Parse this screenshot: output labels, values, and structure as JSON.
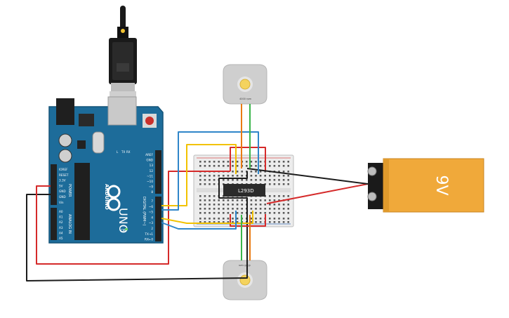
{
  "board": {
    "logo_text": "UNO",
    "brand_text": "ARDUINO",
    "power_header_label": "POWER",
    "analog_header_label": "ANALOG IN",
    "digital_header_label": "DIGITAL (PWM~)",
    "power_pins": [
      "IOREF",
      "RESET",
      "3.3V",
      "5V",
      "GND",
      "GND",
      "Vin"
    ],
    "analog_pins": [
      "A0",
      "A1",
      "A2",
      "A3",
      "A4",
      "A5"
    ],
    "digital_pins_top": [
      "AREF",
      "GND",
      "13",
      "12",
      "~11",
      "~10",
      "~9",
      "8"
    ],
    "digital_pins_bottom": [
      "7",
      "~6",
      "~5",
      "4",
      "~3",
      "2",
      "TX→1",
      "RX←0"
    ],
    "led_labels": [
      "L",
      "TX",
      "RX"
    ],
    "on_label": "ON",
    "colors": {
      "pcb": "#1d6c9a",
      "pcb_dark": "#155478",
      "header": "#222222"
    }
  },
  "breadboard": {
    "chip_label": "L293D",
    "colors": {
      "body": "#ececec",
      "hole": "#5a5a5a",
      "rail_red": "#d9534f",
      "rail_blue": "#3b6fb6"
    }
  },
  "motors": {
    "top_label": "4000 rpm",
    "bottom_label": "4000 rpm",
    "colors": {
      "body": "#cfcfcf",
      "shaft": "#f4d35e"
    }
  },
  "battery": {
    "label": "9V",
    "colors": {
      "body": "#f0a93a",
      "cap": "#1a1a1a"
    }
  },
  "wires": {
    "colors": {
      "red": "#d52a2a",
      "black": "#1c1c1c",
      "yellow": "#f2c200",
      "blue": "#2f86c9",
      "orange": "#ea7b12",
      "green": "#3ab54a"
    }
  }
}
